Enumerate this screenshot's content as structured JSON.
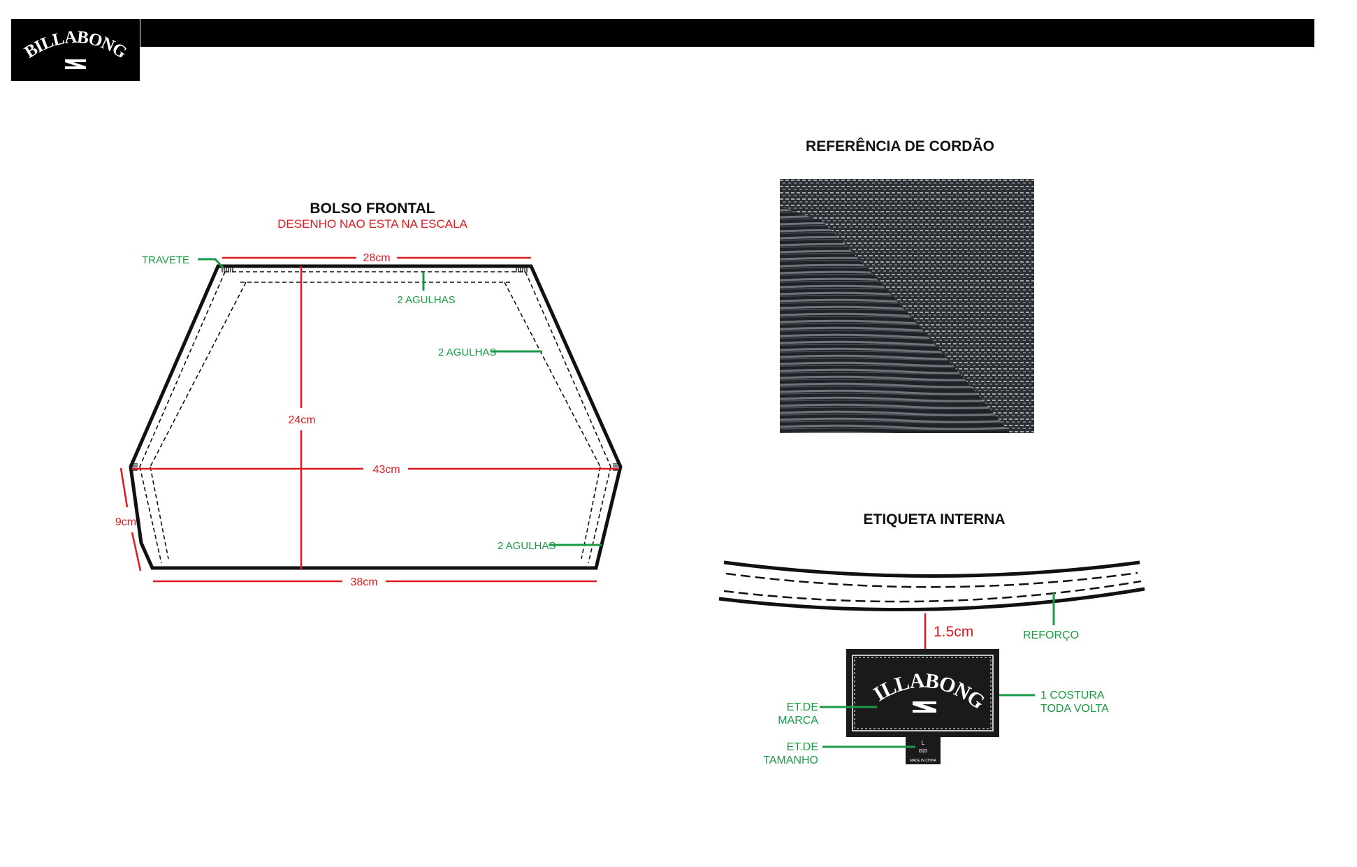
{
  "brand": {
    "logo_text": "BILLABONG"
  },
  "colors": {
    "dimension": "#e0191e",
    "annotation": "#1b9a45",
    "outline": "#111111"
  },
  "pocket": {
    "title": "BOLSO FRONTAL",
    "subtitle": "DESENHO NAO ESTA NA ESCALA",
    "dims": {
      "top": "28cm",
      "height": "24cm",
      "width": "43cm",
      "side": "9cm",
      "bottom": "38cm"
    },
    "notes": {
      "travete": "TRAVETE",
      "needles_top": "2 AGULHAS",
      "needles_side": "2 AGULHAS",
      "needles_bottom": "2 AGULHAS"
    }
  },
  "cord": {
    "title": "REFERÊNCIA DE CORDÃO"
  },
  "label": {
    "title": "ETIQUETA INTERNA",
    "dim": "1.5cm",
    "reinforcement": "REFORÇO",
    "stitch_line1": "1 COSTURA",
    "stitch_line2": "TODA VOLTA",
    "brand_label_line1": "ET.DE",
    "brand_label_line2": "MARCA",
    "size_label_line1": "ET.DE",
    "size_label_line2": "TAMANHO",
    "size_tag": {
      "size": "L",
      "size_alt": "G|G",
      "origin": "MADE IN CHINA"
    }
  }
}
